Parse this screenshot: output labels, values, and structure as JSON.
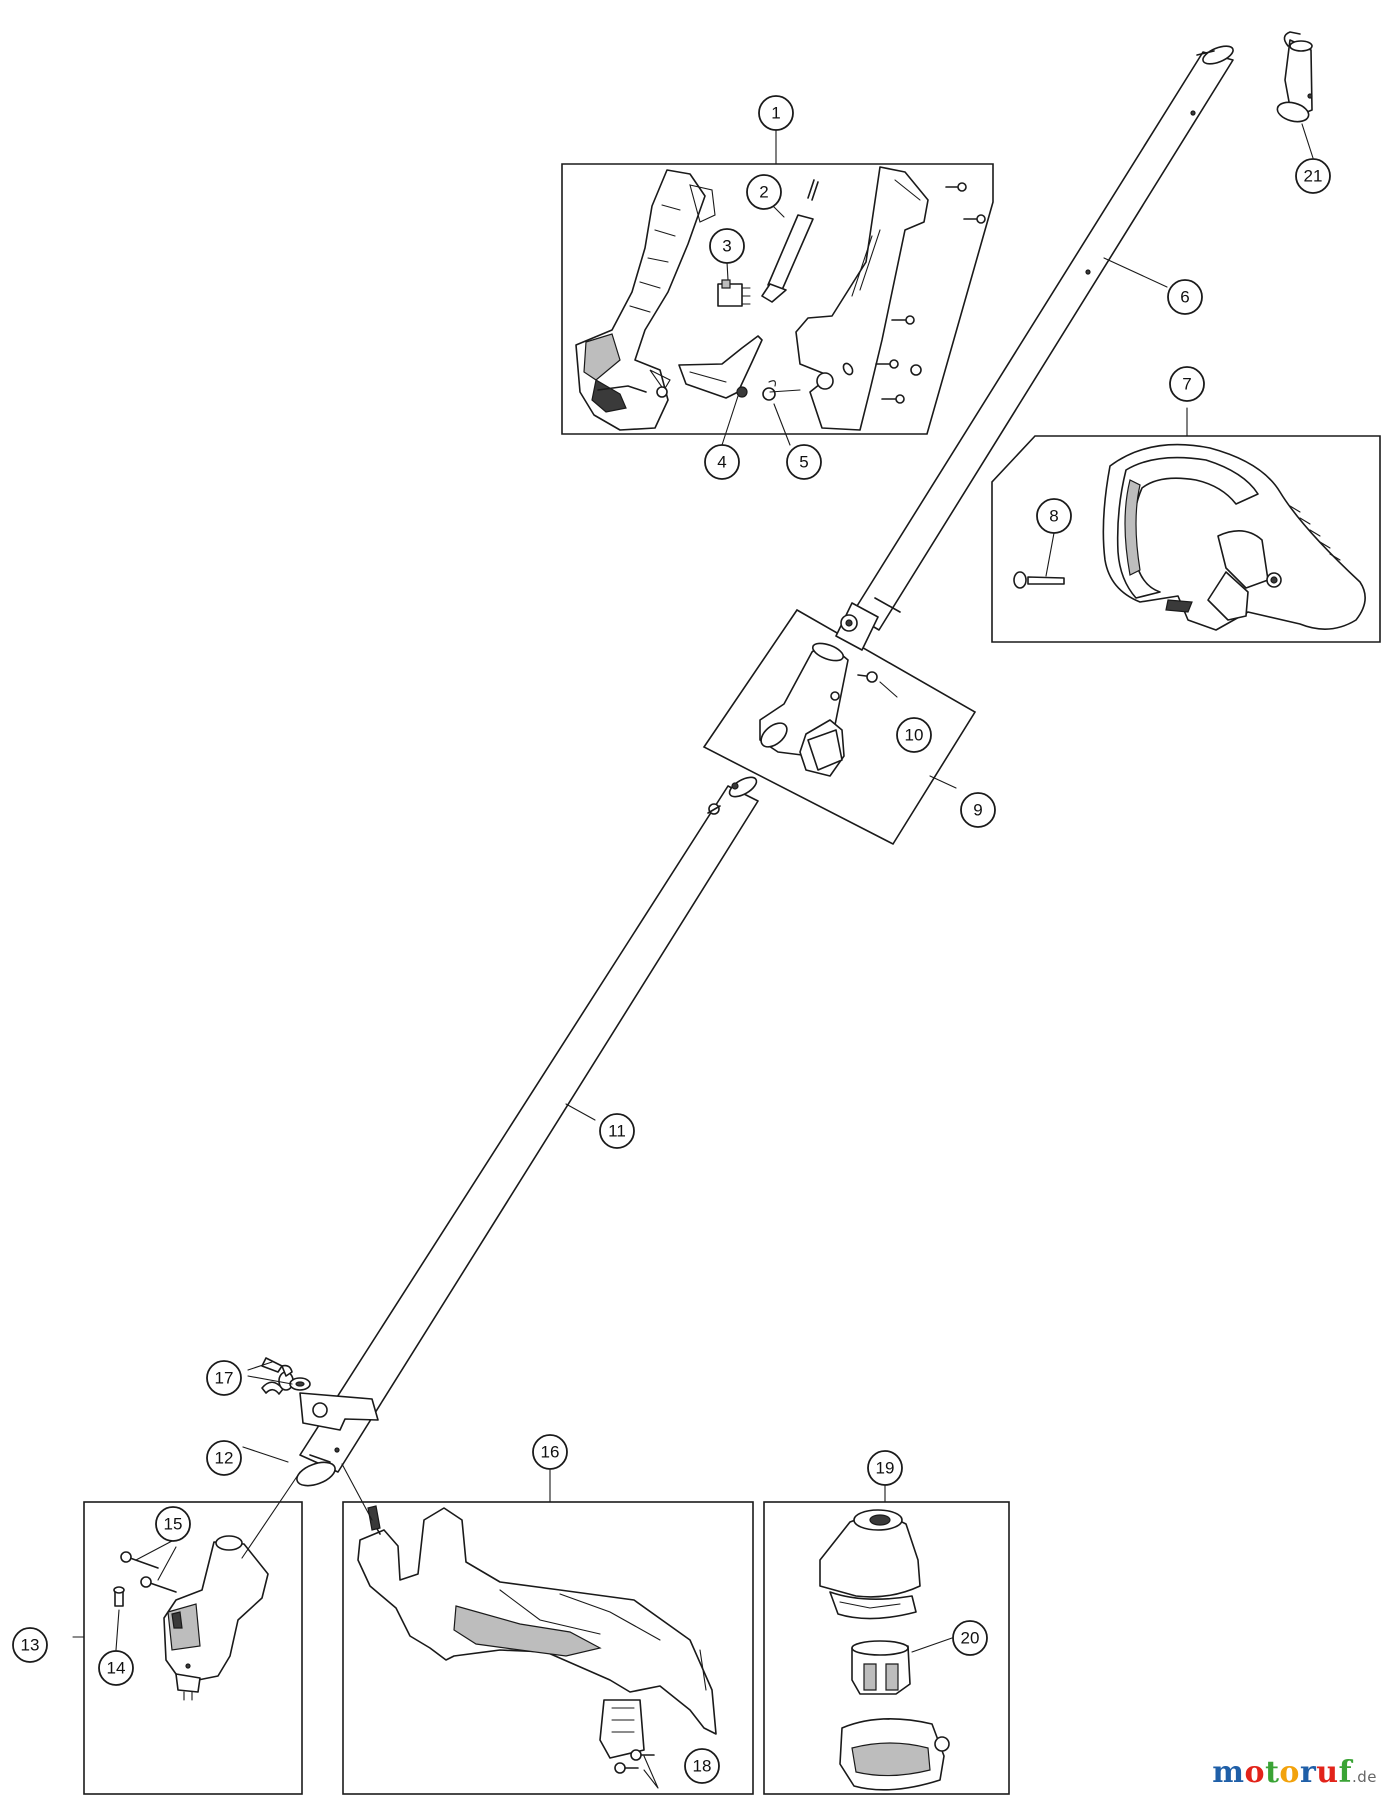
{
  "callouts": [
    {
      "number": "1"
    },
    {
      "number": "2"
    },
    {
      "number": "3"
    },
    {
      "number": "4"
    },
    {
      "number": "5"
    },
    {
      "number": "6"
    },
    {
      "number": "7"
    },
    {
      "number": "8"
    },
    {
      "number": "9"
    },
    {
      "number": "10"
    },
    {
      "number": "11"
    },
    {
      "number": "12"
    },
    {
      "number": "13"
    },
    {
      "number": "14"
    },
    {
      "number": "15"
    },
    {
      "number": "16"
    },
    {
      "number": "17"
    },
    {
      "number": "18"
    },
    {
      "number": "19"
    },
    {
      "number": "20"
    },
    {
      "number": "21"
    }
  ],
  "watermark": {
    "letters": [
      {
        "ch": "m",
        "color": "#1f5fa8"
      },
      {
        "ch": "o",
        "color": "#e2231a"
      },
      {
        "ch": "t",
        "color": "#3aa335"
      },
      {
        "ch": "o",
        "color": "#f2a20c"
      },
      {
        "ch": "r",
        "color": "#1f5fa8"
      },
      {
        "ch": "u",
        "color": "#e2231a"
      },
      {
        "ch": "f",
        "color": "#3aa335"
      }
    ],
    "suffix": ".de"
  }
}
